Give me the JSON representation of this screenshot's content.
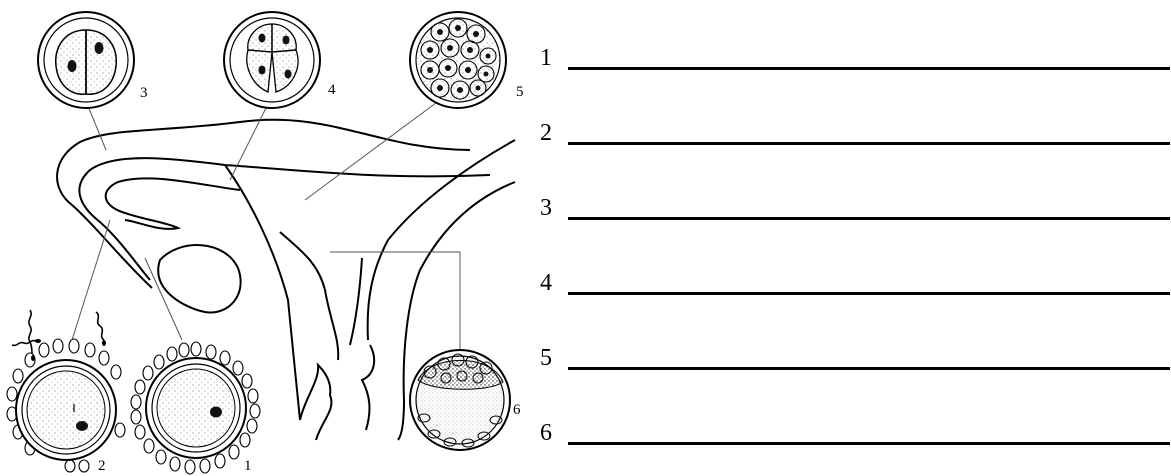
{
  "diagram": {
    "stage_numbers": [
      "1",
      "2",
      "3",
      "4",
      "5",
      "6"
    ]
  },
  "answer_blanks": [
    {
      "number": "1",
      "value": ""
    },
    {
      "number": "2",
      "value": ""
    },
    {
      "number": "3",
      "value": ""
    },
    {
      "number": "4",
      "value": ""
    },
    {
      "number": "5",
      "value": ""
    },
    {
      "number": "6",
      "value": ""
    }
  ]
}
